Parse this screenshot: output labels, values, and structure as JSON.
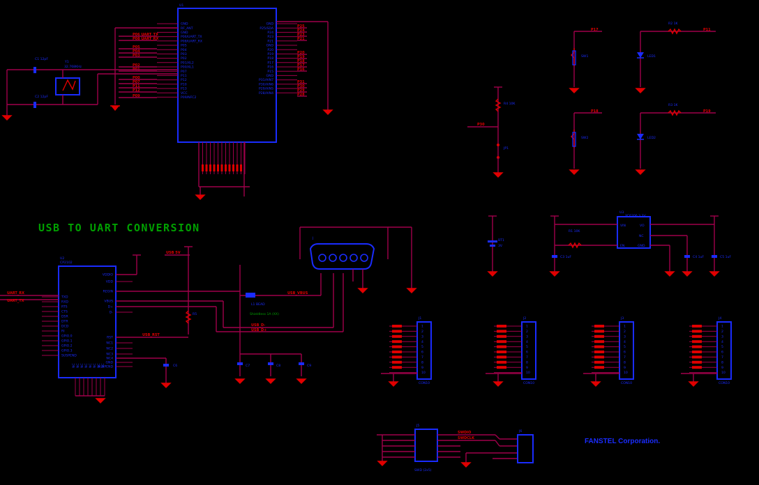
{
  "title": "USB TO UART CONVERSION",
  "company": "FANSTEL Corporation.",
  "module": {
    "ref": "U1",
    "left_pins": [
      "GND",
      "RF_ANT",
      "GND",
      "P06/UART_TX",
      "P08/UART_RX",
      "P05",
      "P04",
      "P03",
      "P02",
      "P01/XL2",
      "P00/XL1",
      "P07",
      "P11",
      "P12",
      "P10",
      "P13",
      "VCC",
      "P09/NFC2"
    ],
    "right_pins": [
      "GND",
      "P25/SDA",
      "P24",
      "P23",
      "P21",
      "GND",
      "P20",
      "P19",
      "P18",
      "P17",
      "P16",
      "P15",
      "GND",
      "P31/AIN7",
      "P30/AIN6",
      "P29/AIN5",
      "P28/AIN4"
    ],
    "left_nets": [
      "P06 UART_TX",
      "P08 UART_RX",
      "P05",
      "P04",
      "P03",
      "P02",
      "P01",
      "P00",
      "P07",
      "P11",
      "P12",
      "P09"
    ],
    "right_nets": [
      "P25",
      "P24",
      "P23",
      "P21",
      "P20",
      "P19",
      "P18",
      "P17",
      "P16",
      "P31",
      "P30",
      "P29",
      "P28"
    ]
  },
  "crystal": {
    "ref": "Y1",
    "value": "32.768KHz",
    "c1": "C1 12pF",
    "c2": "C2 12pF"
  },
  "usb_chip": {
    "ref": "U2",
    "name": "CP2102",
    "left_pins": [
      "TXD",
      "RXD",
      "RTS",
      "CTS",
      "DSR",
      "DTR",
      "DCD",
      "RI",
      "GPIO.0",
      "GPIO.1",
      "GPIO.2",
      "GPIO.3",
      "SUSPEND"
    ],
    "right_pins": [
      "VDDIO",
      "VDD",
      "REGIN",
      "VBUS",
      "D+",
      "D-",
      "RST",
      "NC1",
      "NC2",
      "NC3",
      "NC4",
      "GND",
      "SUSPEND"
    ]
  },
  "usb_nets": {
    "uart_rx": "UART_RX",
    "uart_tx": "UART_TX",
    "usb_5v": "USB 5V",
    "usb_vbus": "USB_VBUS",
    "usb_dm": "USB_D-",
    "usb_dp": "USB_D+",
    "usb_rst": "USB_RST",
    "ferrite": "L1 BEAD",
    "note": "Shieldless 1A (XX)"
  },
  "regulator": {
    "ref": "U3",
    "name": "XC6206 3.3V",
    "pins": [
      "VIN",
      "VO",
      "EN",
      "GND",
      "NC"
    ],
    "r": "R1 10K",
    "c1": "C3 1uF",
    "c2": "C4 1uF",
    "c3": "C5 1uF"
  },
  "leds": [
    {
      "ref": "SW1",
      "net": "P17"
    },
    {
      "ref": "LED1",
      "net": "P11",
      "r": "R2 1K"
    },
    {
      "ref": "SW2",
      "net": "P18"
    },
    {
      "ref": "LED2",
      "net": "P19",
      "r": "R3 1K"
    }
  ],
  "headers": [
    {
      "ref": "J1",
      "label": "CON10"
    },
    {
      "ref": "J2",
      "label": "CON10"
    },
    {
      "ref": "J3",
      "label": "CON10"
    },
    {
      "ref": "J4",
      "label": "CON10"
    }
  ],
  "debug": {
    "ref": "J5",
    "label": "SWD (2x5)",
    "nets": [
      "SWDIO",
      "SWDCLK"
    ],
    "conn": "J6"
  },
  "jumper": {
    "ref": "JP1",
    "net": "P30",
    "r": "R4 10K"
  },
  "battery": {
    "ref": "BT1",
    "value": "3V"
  },
  "colors": {
    "background": "#000000",
    "chip": "#1a2cff",
    "wire": "#a0004a",
    "net": "#e00000",
    "title": "#00a000"
  }
}
